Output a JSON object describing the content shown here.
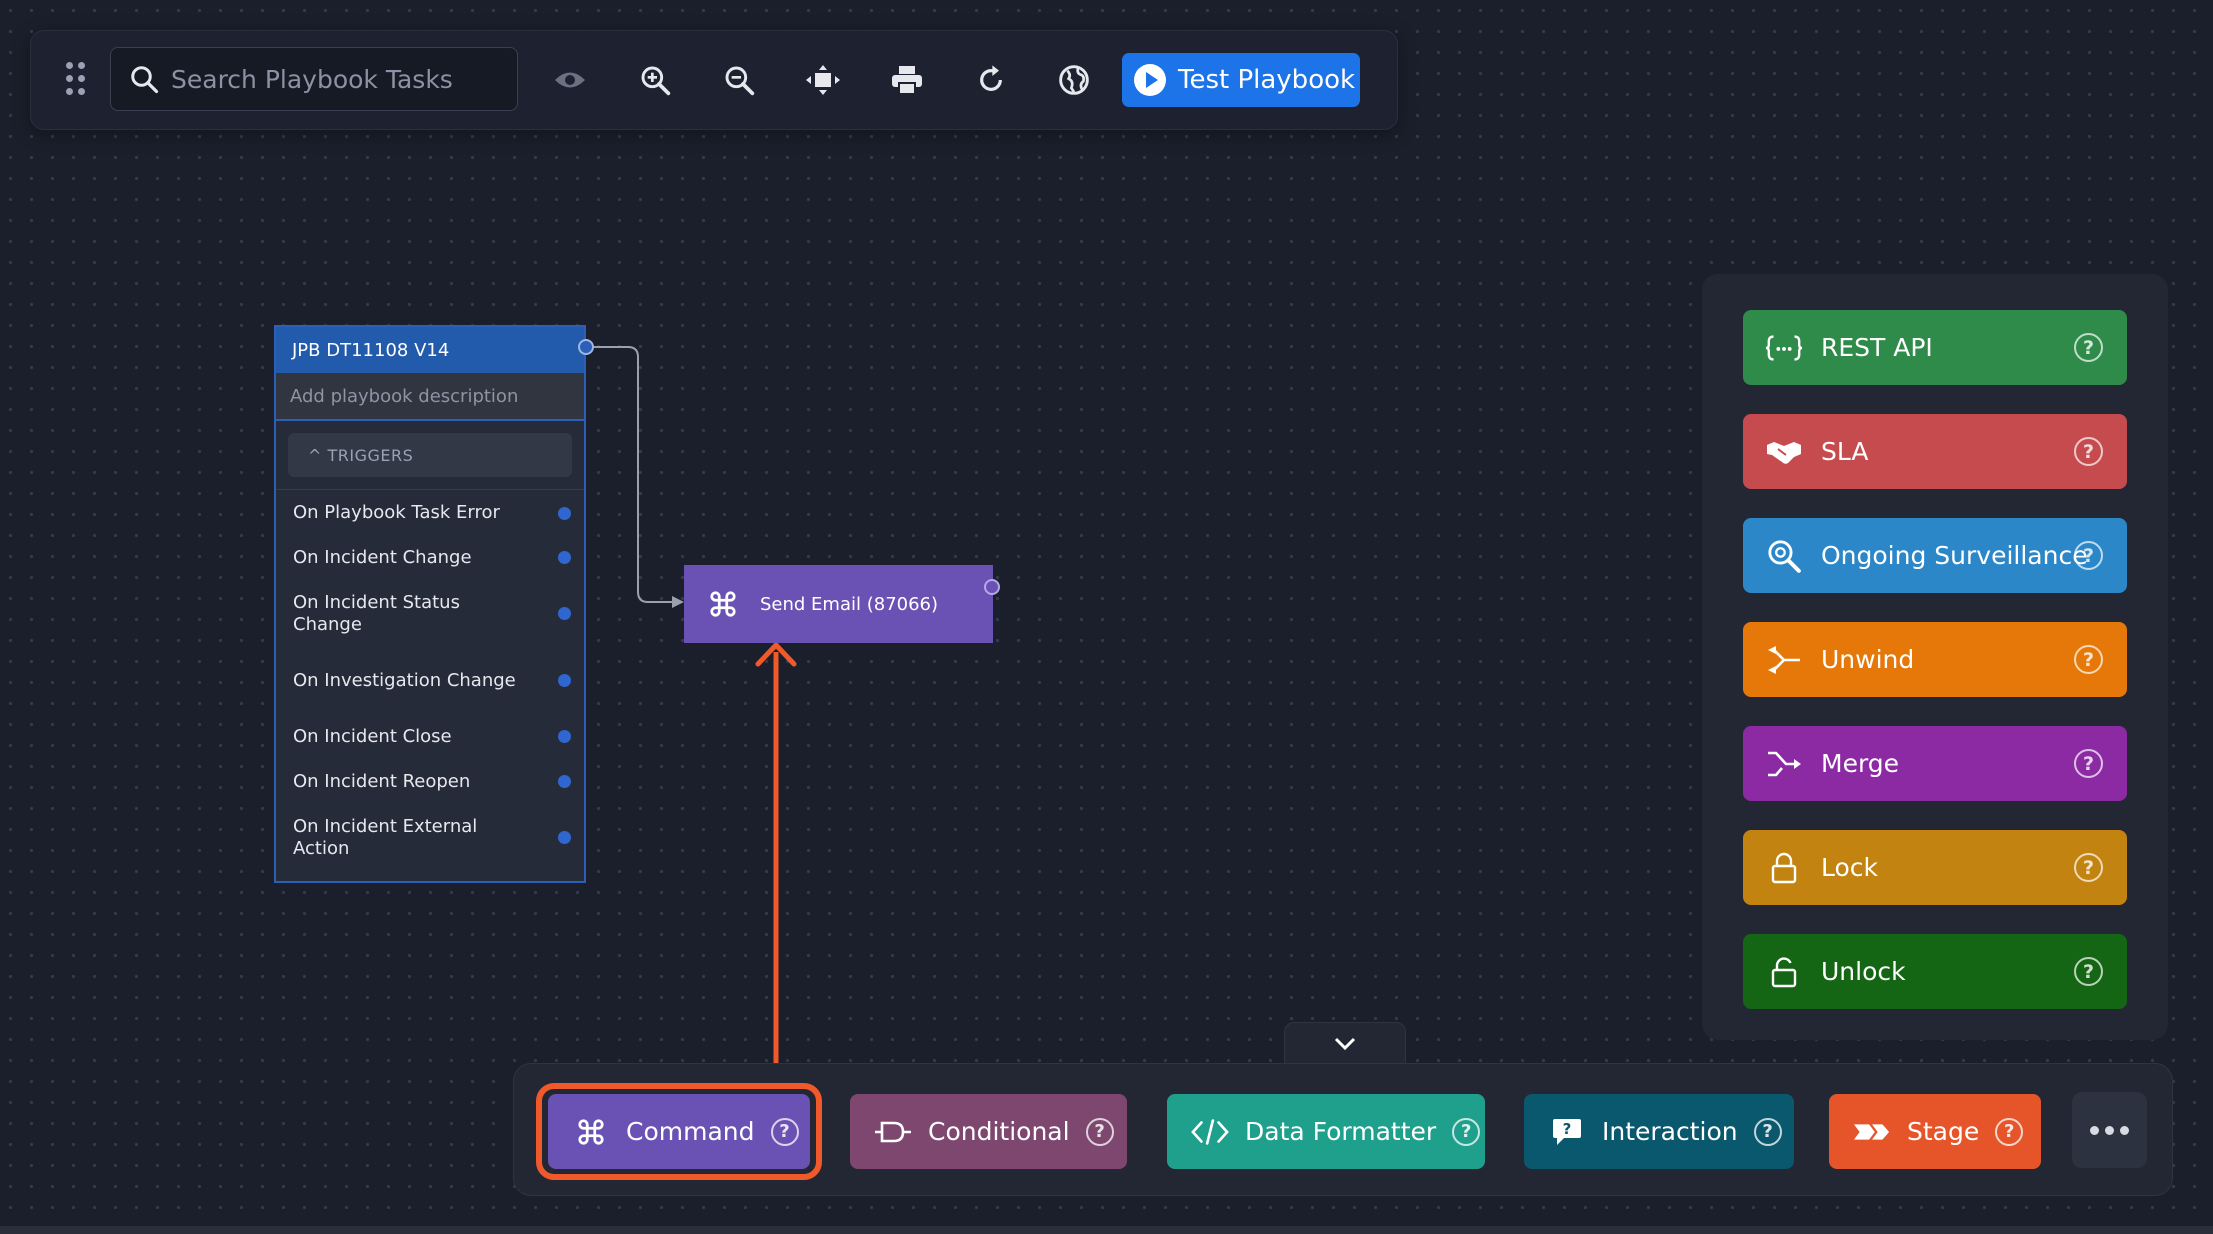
{
  "toolbar": {
    "search_placeholder": "Search Playbook Tasks",
    "test_playbook_label": "Test Playbook"
  },
  "playbook_node": {
    "title": "JPB DT11108 V14",
    "description_placeholder": "Add playbook description",
    "triggers_toggle": "^ TRIGGERS",
    "triggers": [
      "On Playbook Task Error",
      "On Incident Change",
      "On Incident Status Change",
      "On Investigation Change",
      "On Incident Close",
      "On Incident Reopen",
      "On Incident External Action"
    ]
  },
  "command_node": {
    "label": "Send Email (87066)"
  },
  "right_panel": {
    "items": [
      {
        "label": "REST API",
        "color": "#2e8b4a",
        "icon": "braces-icon"
      },
      {
        "label": "SLA",
        "color": "#c64b4f",
        "icon": "handshake-icon"
      },
      {
        "label": "Ongoing Surveillance",
        "color": "#2b87c8",
        "icon": "search-magnify-icon"
      },
      {
        "label": "Unwind",
        "color": "#e57809",
        "icon": "unwind-icon"
      },
      {
        "label": "Merge",
        "color": "#8c2aa4",
        "icon": "merge-icon"
      },
      {
        "label": "Lock",
        "color": "#c28310",
        "icon": "lock-icon"
      },
      {
        "label": "Unlock",
        "color": "#146614",
        "icon": "unlock-icon"
      }
    ]
  },
  "bottom_bar": {
    "items": [
      {
        "label": "Command",
        "color": "#6a52b5",
        "icon": "command-icon"
      },
      {
        "label": "Conditional",
        "color": "#7e4770",
        "icon": "conditional-icon"
      },
      {
        "label": "Data Formatter",
        "color": "#1fa08c",
        "icon": "code-icon"
      },
      {
        "label": "Interaction",
        "color": "#0a586e",
        "icon": "chat-bubble-icon"
      },
      {
        "label": "Stage",
        "color": "#e6542a",
        "icon": "stage-icon"
      }
    ],
    "help_glyph": "?"
  },
  "colors": {
    "highlight": "#f0592a",
    "canvas": "#1b1f2b"
  }
}
